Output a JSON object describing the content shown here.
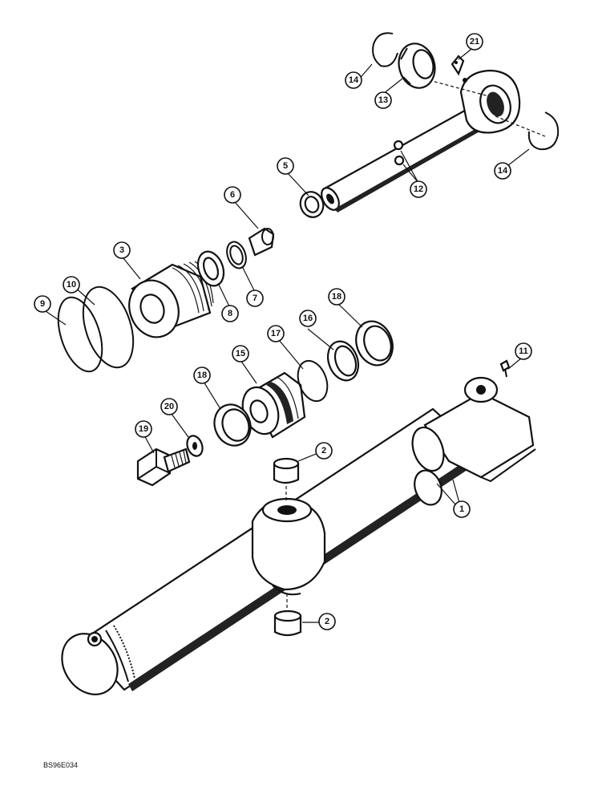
{
  "diagram": {
    "reference_code": "BS96E034",
    "callouts": {
      "c1": "1",
      "c2a": "2",
      "c2b": "2",
      "c3": "3",
      "c5": "5",
      "c6": "6",
      "c7": "7",
      "c8": "8",
      "c9": "9",
      "c10": "10",
      "c11": "11",
      "c12": "12",
      "c13": "13",
      "c14a": "14",
      "c14b": "14",
      "c15": "15",
      "c16": "16",
      "c17": "17",
      "c18a": "18",
      "c18b": "18",
      "c19": "19",
      "c20": "20",
      "c21": "21"
    }
  }
}
